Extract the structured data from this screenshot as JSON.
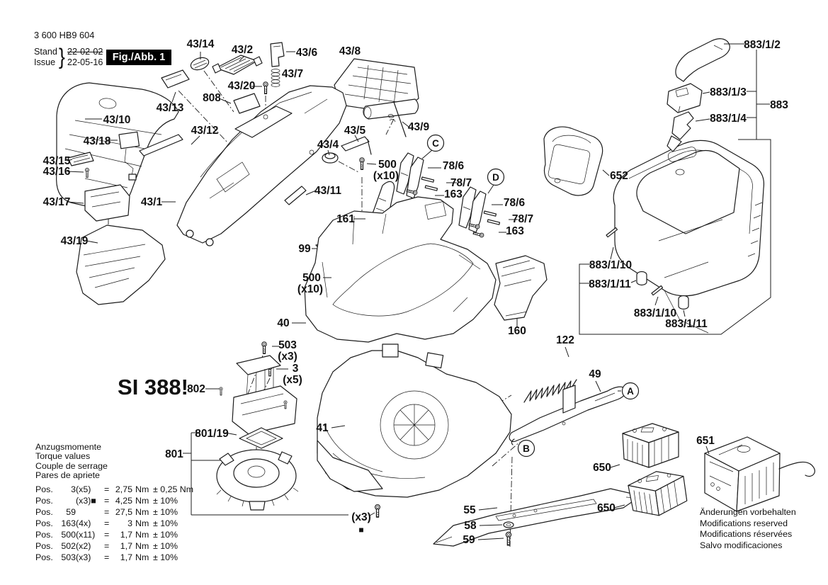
{
  "header": {
    "part_number": "3 600 HB9 604",
    "stand_label": "Stand",
    "issue_label": "Issue",
    "stand_date": "22-02-02",
    "issue_date": "22-05-16",
    "brace": "}",
    "figure_label": "Fig./Abb. 1"
  },
  "si_note": "SI 388!",
  "torque": {
    "titles": [
      "Anzugsmomente",
      "Torque values",
      "Couple de serrage",
      "Pares de apriete"
    ],
    "rows": [
      [
        "Pos.",
        "3",
        "(x5)",
        "=",
        "2,75",
        "Nm",
        "± 0,25 Nm"
      ],
      [
        "Pos.",
        "",
        "(x3)■",
        "=",
        "4,25",
        "Nm",
        "± 10%"
      ],
      [
        "Pos.",
        "59",
        "",
        "=",
        "27,5",
        "Nm",
        "± 10%"
      ],
      [
        "Pos.",
        "163",
        "(4x)",
        "=",
        "3",
        "Nm",
        "± 10%"
      ],
      [
        "Pos.",
        "500",
        "(x11)",
        "=",
        "1,7",
        "Nm",
        "± 10%"
      ],
      [
        "Pos.",
        "502",
        "(x2)",
        "=",
        "1,7",
        "Nm",
        "± 10%"
      ],
      [
        "Pos.",
        "503",
        "(x3)",
        "=",
        "1,7",
        "Nm",
        "± 10%"
      ]
    ]
  },
  "footer_lines": [
    "Änderungen vorbehalten",
    "Modifications reserved",
    "Modifications réservées",
    "Salvo modificaciones"
  ],
  "labels": {
    "p43_1": "43/1",
    "p43_2": "43/2",
    "p43_4": "43/4",
    "p43_5": "43/5",
    "p43_6": "43/6",
    "p43_7": "43/7",
    "p43_8": "43/8",
    "p43_9": "43/9",
    "p43_10": "43/10",
    "p43_11": "43/11",
    "p43_12": "43/12",
    "p43_13": "43/13",
    "p43_14": "43/14",
    "p43_15": "43/15",
    "p43_16": "43/16",
    "p43_17": "43/17",
    "p43_18": "43/18",
    "p43_19": "43/19",
    "p43_20": "43/20",
    "p808": "808",
    "p802": "802",
    "p801": "801",
    "p801_19": "801/19",
    "p3": "3",
    "x5": "(x5)",
    "p503": "503",
    "x3": "(x3)",
    "p500": "500",
    "x10": "(x10)",
    "p40": "40",
    "p41": "41",
    "p49": "49",
    "p55": "55",
    "p58": "58",
    "p59": "59",
    "p99": "99",
    "p122": "122",
    "p160": "160",
    "p161": "161",
    "p163": "163",
    "p650": "650",
    "p651": "651",
    "p652": "652",
    "p78_6": "78/6",
    "p78_7": "78/7",
    "p883": "883",
    "p883_1_2": "883/1/2",
    "p883_1_3": "883/1/3",
    "p883_1_4": "883/1/4",
    "p883_1_10": "883/1/10",
    "p883_1_11": "883/1/11",
    "square": "■",
    "circle_a": "A",
    "circle_b": "B",
    "circle_c": "C",
    "circle_d": "D"
  }
}
